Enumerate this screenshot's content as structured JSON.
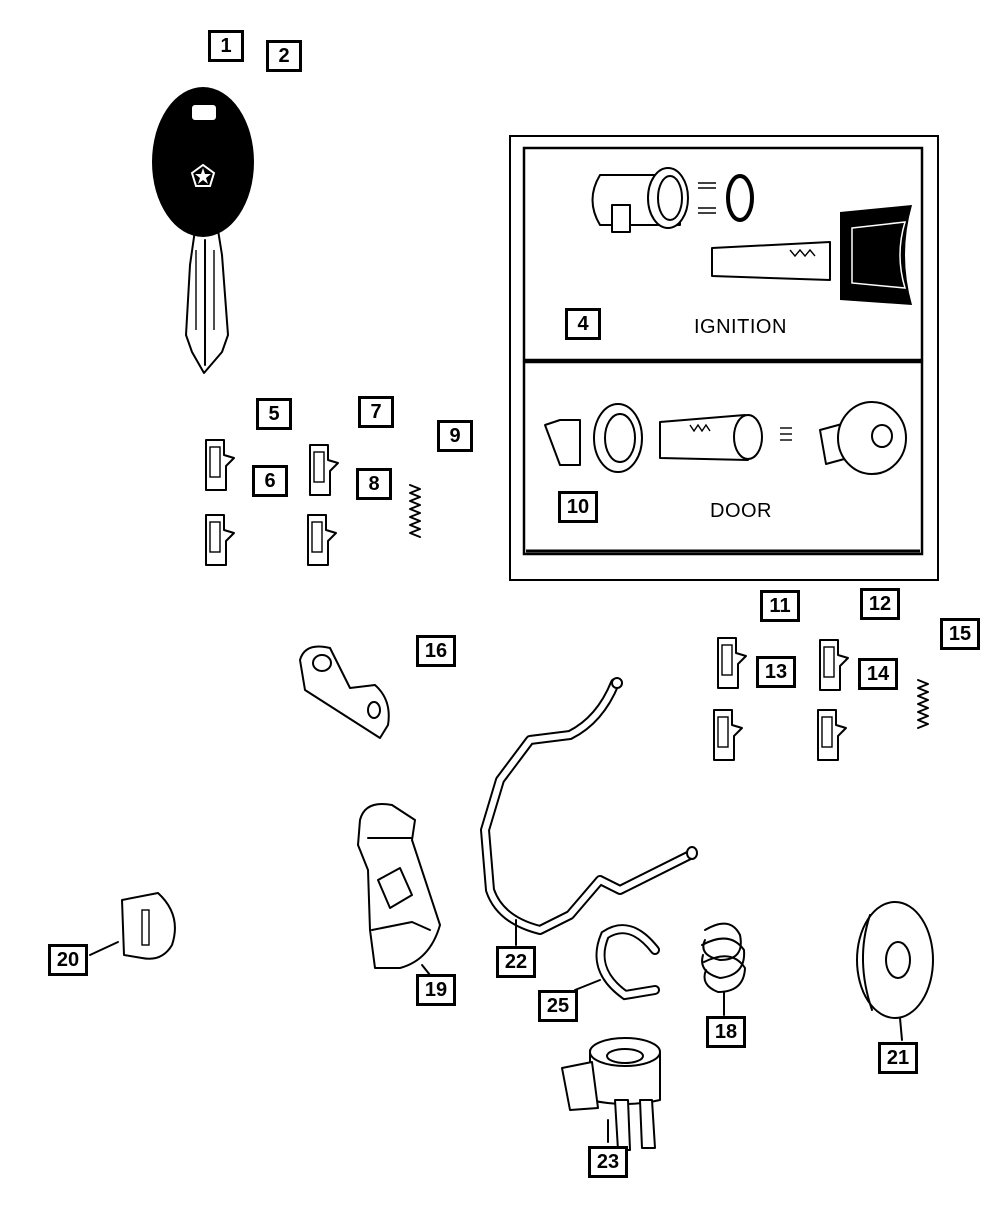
{
  "diagram": {
    "callouts": {
      "c1": "1",
      "c2": "2",
      "c4": "4",
      "c5": "5",
      "c6": "6",
      "c7": "7",
      "c8": "8",
      "c9": "9",
      "c10": "10",
      "c11": "11",
      "c12": "12",
      "c13": "13",
      "c14": "14",
      "c15": "15",
      "c16": "16",
      "c18": "18",
      "c19": "19",
      "c20": "20",
      "c21": "21",
      "c22": "22",
      "c23": "23",
      "c25": "25"
    },
    "captions": {
      "ignition": "IGNITION",
      "door": "DOOR"
    }
  }
}
